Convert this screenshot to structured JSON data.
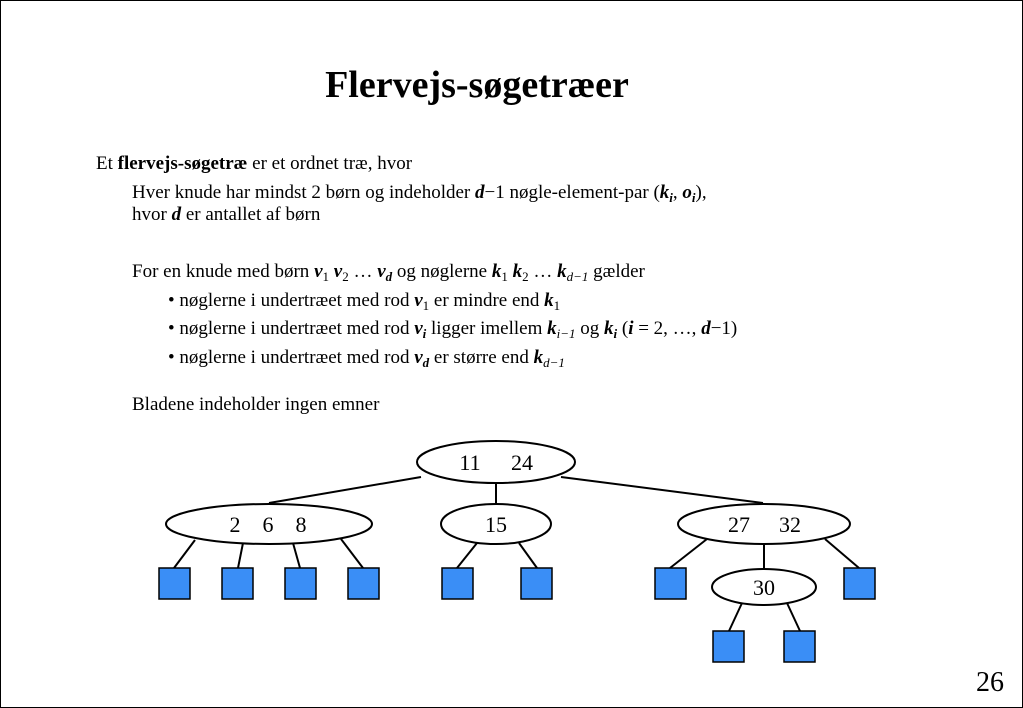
{
  "title": "Flervejs-søgetræer",
  "intro": {
    "pre": "Et ",
    "term": "flervejs-søgetræ",
    "post": " er et ordnet træ, hvor"
  },
  "def": {
    "l1_a": "Hver knude har mindst 2 børn og indeholder ",
    "d": "d",
    "l1_b": "−1 nøgle-element-par (",
    "k": "k",
    "i": "i",
    "comma": ", ",
    "o": "o",
    "l1_c": "),",
    "l2_a": "hvor ",
    "l2_b": " er antallet af børn"
  },
  "rules": {
    "head_a": "For en knude med børn ",
    "v": "v",
    "one": "1",
    "two": "2",
    "dots": " … ",
    "head_b": " og nøglerne ",
    "dm1": "d−1",
    "head_c": " gælder",
    "b1_a": "• nøglerne i undertræet med rod ",
    "b1_b": " er mindre end ",
    "b2_a": "• nøglerne i undertræet med rod ",
    "b2_b": " ligger imellem ",
    "im1": "i−1",
    "b2_c": " og ",
    "b2_d": " (",
    "b2_e": " = 2, …, ",
    "b2_f": "−1)",
    "b3_a": "• nøglerne i undertræet med rod ",
    "b3_b": " er større end "
  },
  "leaves_text": "Bladene indeholder ingen emner",
  "tree": {
    "root_keys": [
      "11",
      "24"
    ],
    "left_keys": [
      "2",
      "6",
      "8"
    ],
    "mid_keys": [
      "15"
    ],
    "right_keys": [
      "27",
      "32"
    ],
    "inner_keys": [
      "30"
    ],
    "leaf_color": "#3a8ef6"
  },
  "page_number": "26"
}
